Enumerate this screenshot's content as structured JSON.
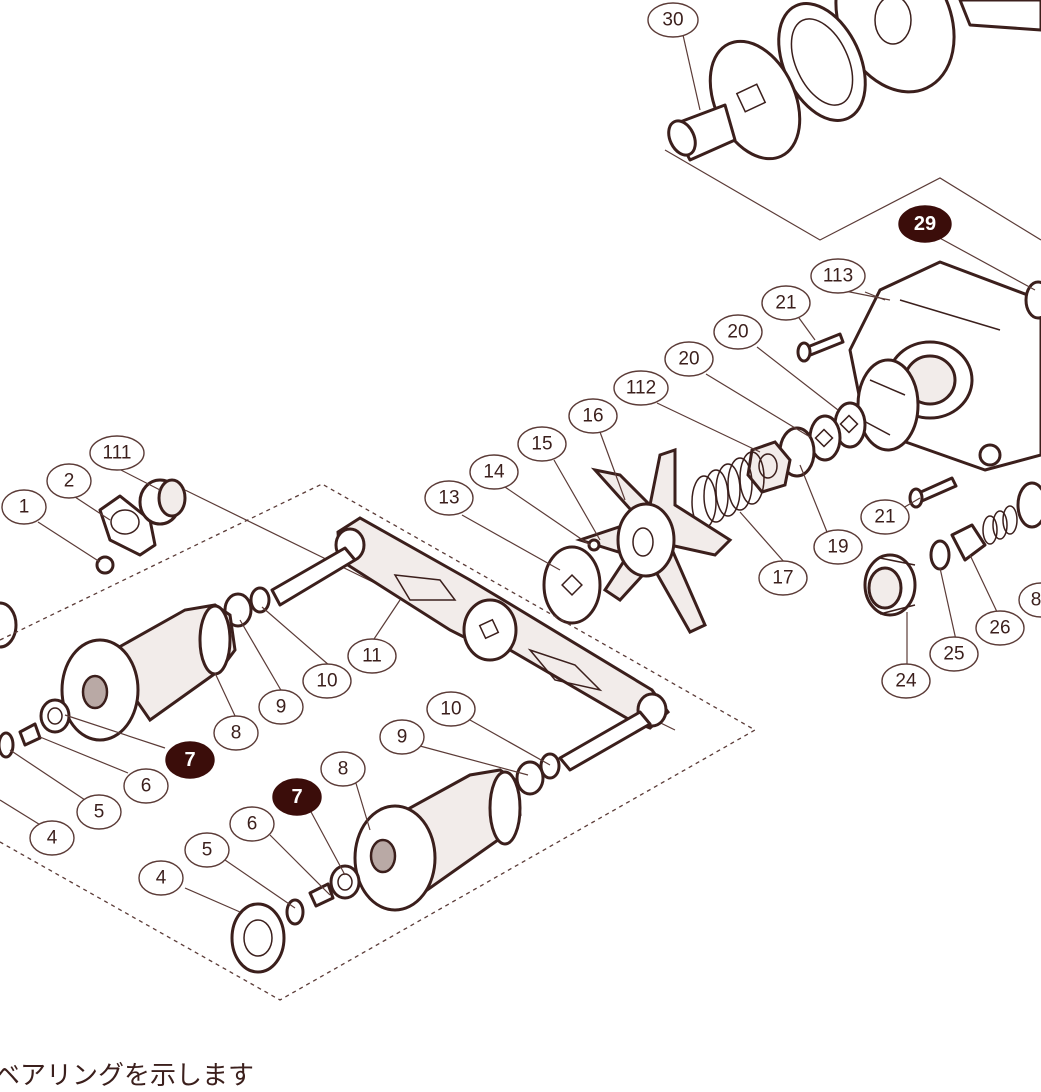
{
  "labels": {
    "l30": "30",
    "l29": "29",
    "l113": "113",
    "l21a": "21",
    "l20a": "20",
    "l20b": "20",
    "l112": "112",
    "l16": "16",
    "l15": "15",
    "l14": "14",
    "l13": "13",
    "l111": "111",
    "l2": "2",
    "l1": "1",
    "l17": "17",
    "l19": "19",
    "l21b": "21",
    "l11": "11",
    "l10a": "10",
    "l9a": "9",
    "l8a": "8",
    "l7a": "7",
    "l6a": "6",
    "l5a": "5",
    "l4a": "4",
    "l10b": "10",
    "l9b": "9",
    "l8b": "8",
    "l7b": "7",
    "l6b": "6",
    "l5b": "5",
    "l4b": "4",
    "l26": "26",
    "l25": "25",
    "l24": "24",
    "l8c": "8"
  },
  "highlighted_parts": [
    "29",
    "7"
  ],
  "footer_text": "ベアリングを示します",
  "colors": {
    "line": "#3b1f1c",
    "highlight_bubble": "#3b0d0a"
  }
}
